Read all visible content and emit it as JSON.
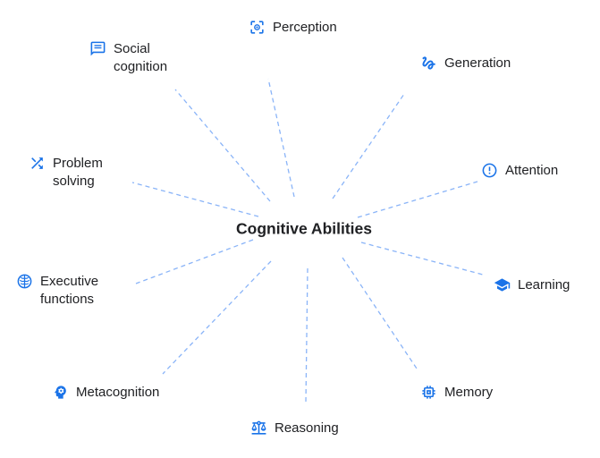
{
  "title": "Cognitive Abilities",
  "items": [
    {
      "id": "perception",
      "label": "Perception",
      "icon": "focus-eye-icon"
    },
    {
      "id": "generation",
      "label": "Generation",
      "icon": "squiggle-icon"
    },
    {
      "id": "attention",
      "label": "Attention",
      "icon": "exclamation-circle-icon"
    },
    {
      "id": "learning",
      "label": "Learning",
      "icon": "graduation-cap-icon"
    },
    {
      "id": "memory",
      "label": "Memory",
      "icon": "chip-icon"
    },
    {
      "id": "reasoning",
      "label": "Reasoning",
      "icon": "balance-scale-icon"
    },
    {
      "id": "metacognition",
      "label": "Metacognition",
      "icon": "head-gear-icon"
    },
    {
      "id": "executive_functions",
      "label": "Executive functions",
      "icon": "brain-icon"
    },
    {
      "id": "problem_solving",
      "label": "Problem solving",
      "icon": "shuffle-arrows-icon"
    },
    {
      "id": "social_cognition",
      "label": "Social cognition",
      "icon": "speech-bubble-icon"
    }
  ],
  "colors": {
    "icon_accent": "#1a73e8",
    "connector_line": "#8ab4f8",
    "text": "#202124"
  }
}
